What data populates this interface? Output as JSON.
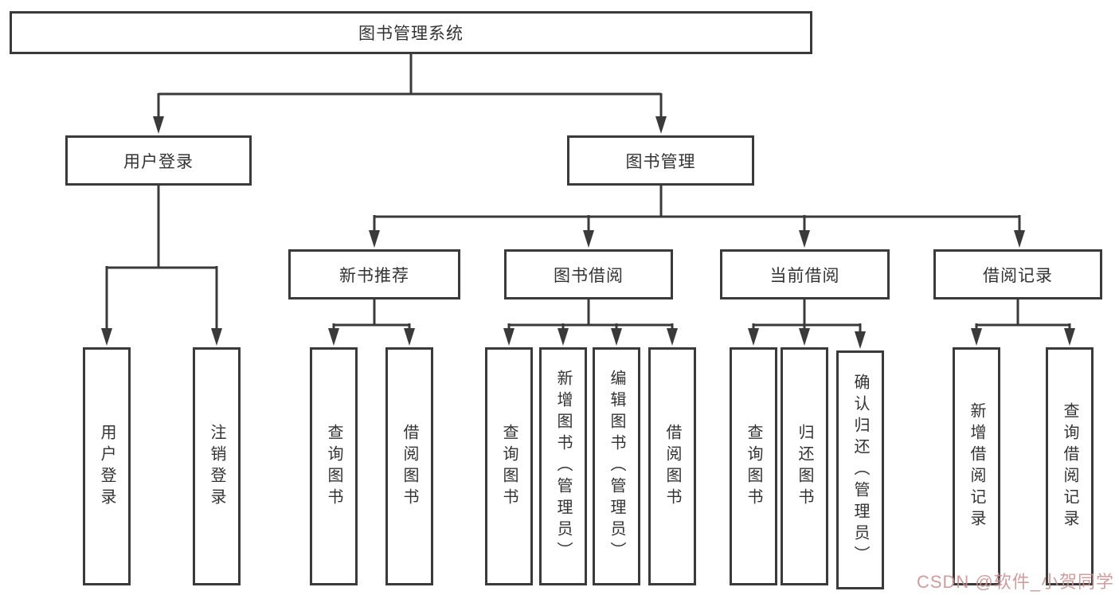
{
  "diagram_title": "图书管理系统",
  "nodes": {
    "root": "图书管理系统",
    "level2": [
      "用户登录",
      "图书管理"
    ],
    "level3": [
      "新书推荐",
      "图书借阅",
      "当前借阅",
      "借阅记录"
    ],
    "leaves": {
      "user_login": [
        "用户登录",
        "注销登录"
      ],
      "new_book_recommendation": [
        "查询图书",
        "借阅图书"
      ],
      "book_borrowing": [
        "查询图书",
        "新增图书（管理员）",
        "编辑图书（管理员）",
        "借阅图书"
      ],
      "current_borrowing": [
        "查询图书",
        "归还图书",
        "确认归还（管理员）"
      ],
      "borrowing_records": [
        "新增借阅记录",
        "查询借阅记录"
      ]
    }
  },
  "hierarchy": {
    "图书管理系统": {
      "用户登录": [
        "用户登录",
        "注销登录"
      ],
      "图书管理": {
        "新书推荐": [
          "查询图书",
          "借阅图书"
        ],
        "图书借阅": [
          "查询图书",
          "新增图书（管理员）",
          "编辑图书（管理员）",
          "借阅图书"
        ],
        "当前借阅": [
          "查询图书",
          "归还图书",
          "确认归还（管理员）"
        ],
        "借阅记录": [
          "新增借阅记录",
          "查询借阅记录"
        ]
      }
    }
  },
  "watermark": {
    "text": "CSDN @软件_小贺同学",
    "color": "#c99292"
  },
  "colors": {
    "line": "#3a3a3a",
    "text": "#333333",
    "background": "#ffffff"
  }
}
